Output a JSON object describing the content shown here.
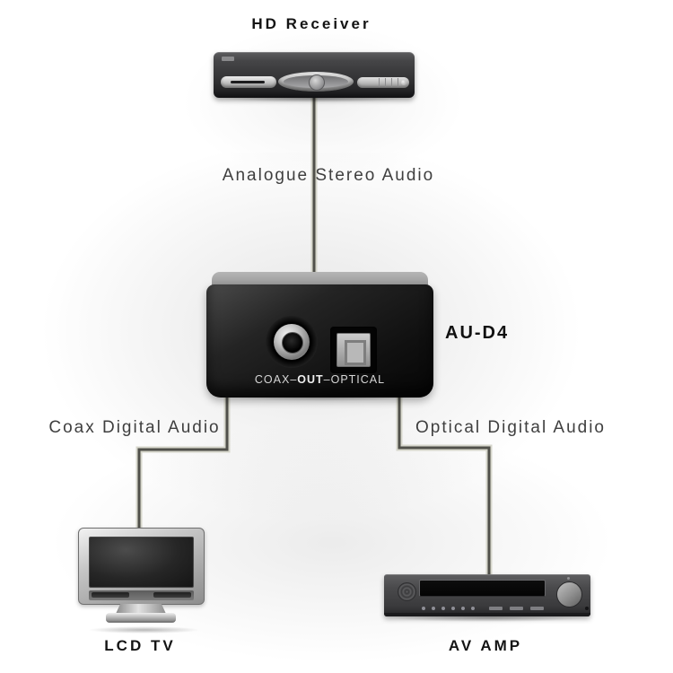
{
  "devices": {
    "receiver": {
      "label": "HD Receiver"
    },
    "converter": {
      "label": "AU-D4",
      "panel": {
        "coax": "COAX",
        "out": "OUT",
        "optical": "OPTICAL",
        "dash": "–"
      }
    },
    "tv": {
      "label": "LCD TV"
    },
    "amp": {
      "label": "AV AMP"
    }
  },
  "cables": {
    "analogue": {
      "label": "Analogue Stereo Audio"
    },
    "coax": {
      "label": "Coax Digital Audio"
    },
    "optical": {
      "label": "Optical Digital Audio"
    }
  },
  "colors": {
    "background": "#ffffff",
    "cable_core": "#50504a",
    "cable_edge": "#d6d6cb",
    "device_label_text": "#141414",
    "cable_label_text": "#3f3f3f",
    "converter_body": "#111111",
    "converter_top": "#9c9c9c",
    "panel_text": "#d6d6d6"
  }
}
